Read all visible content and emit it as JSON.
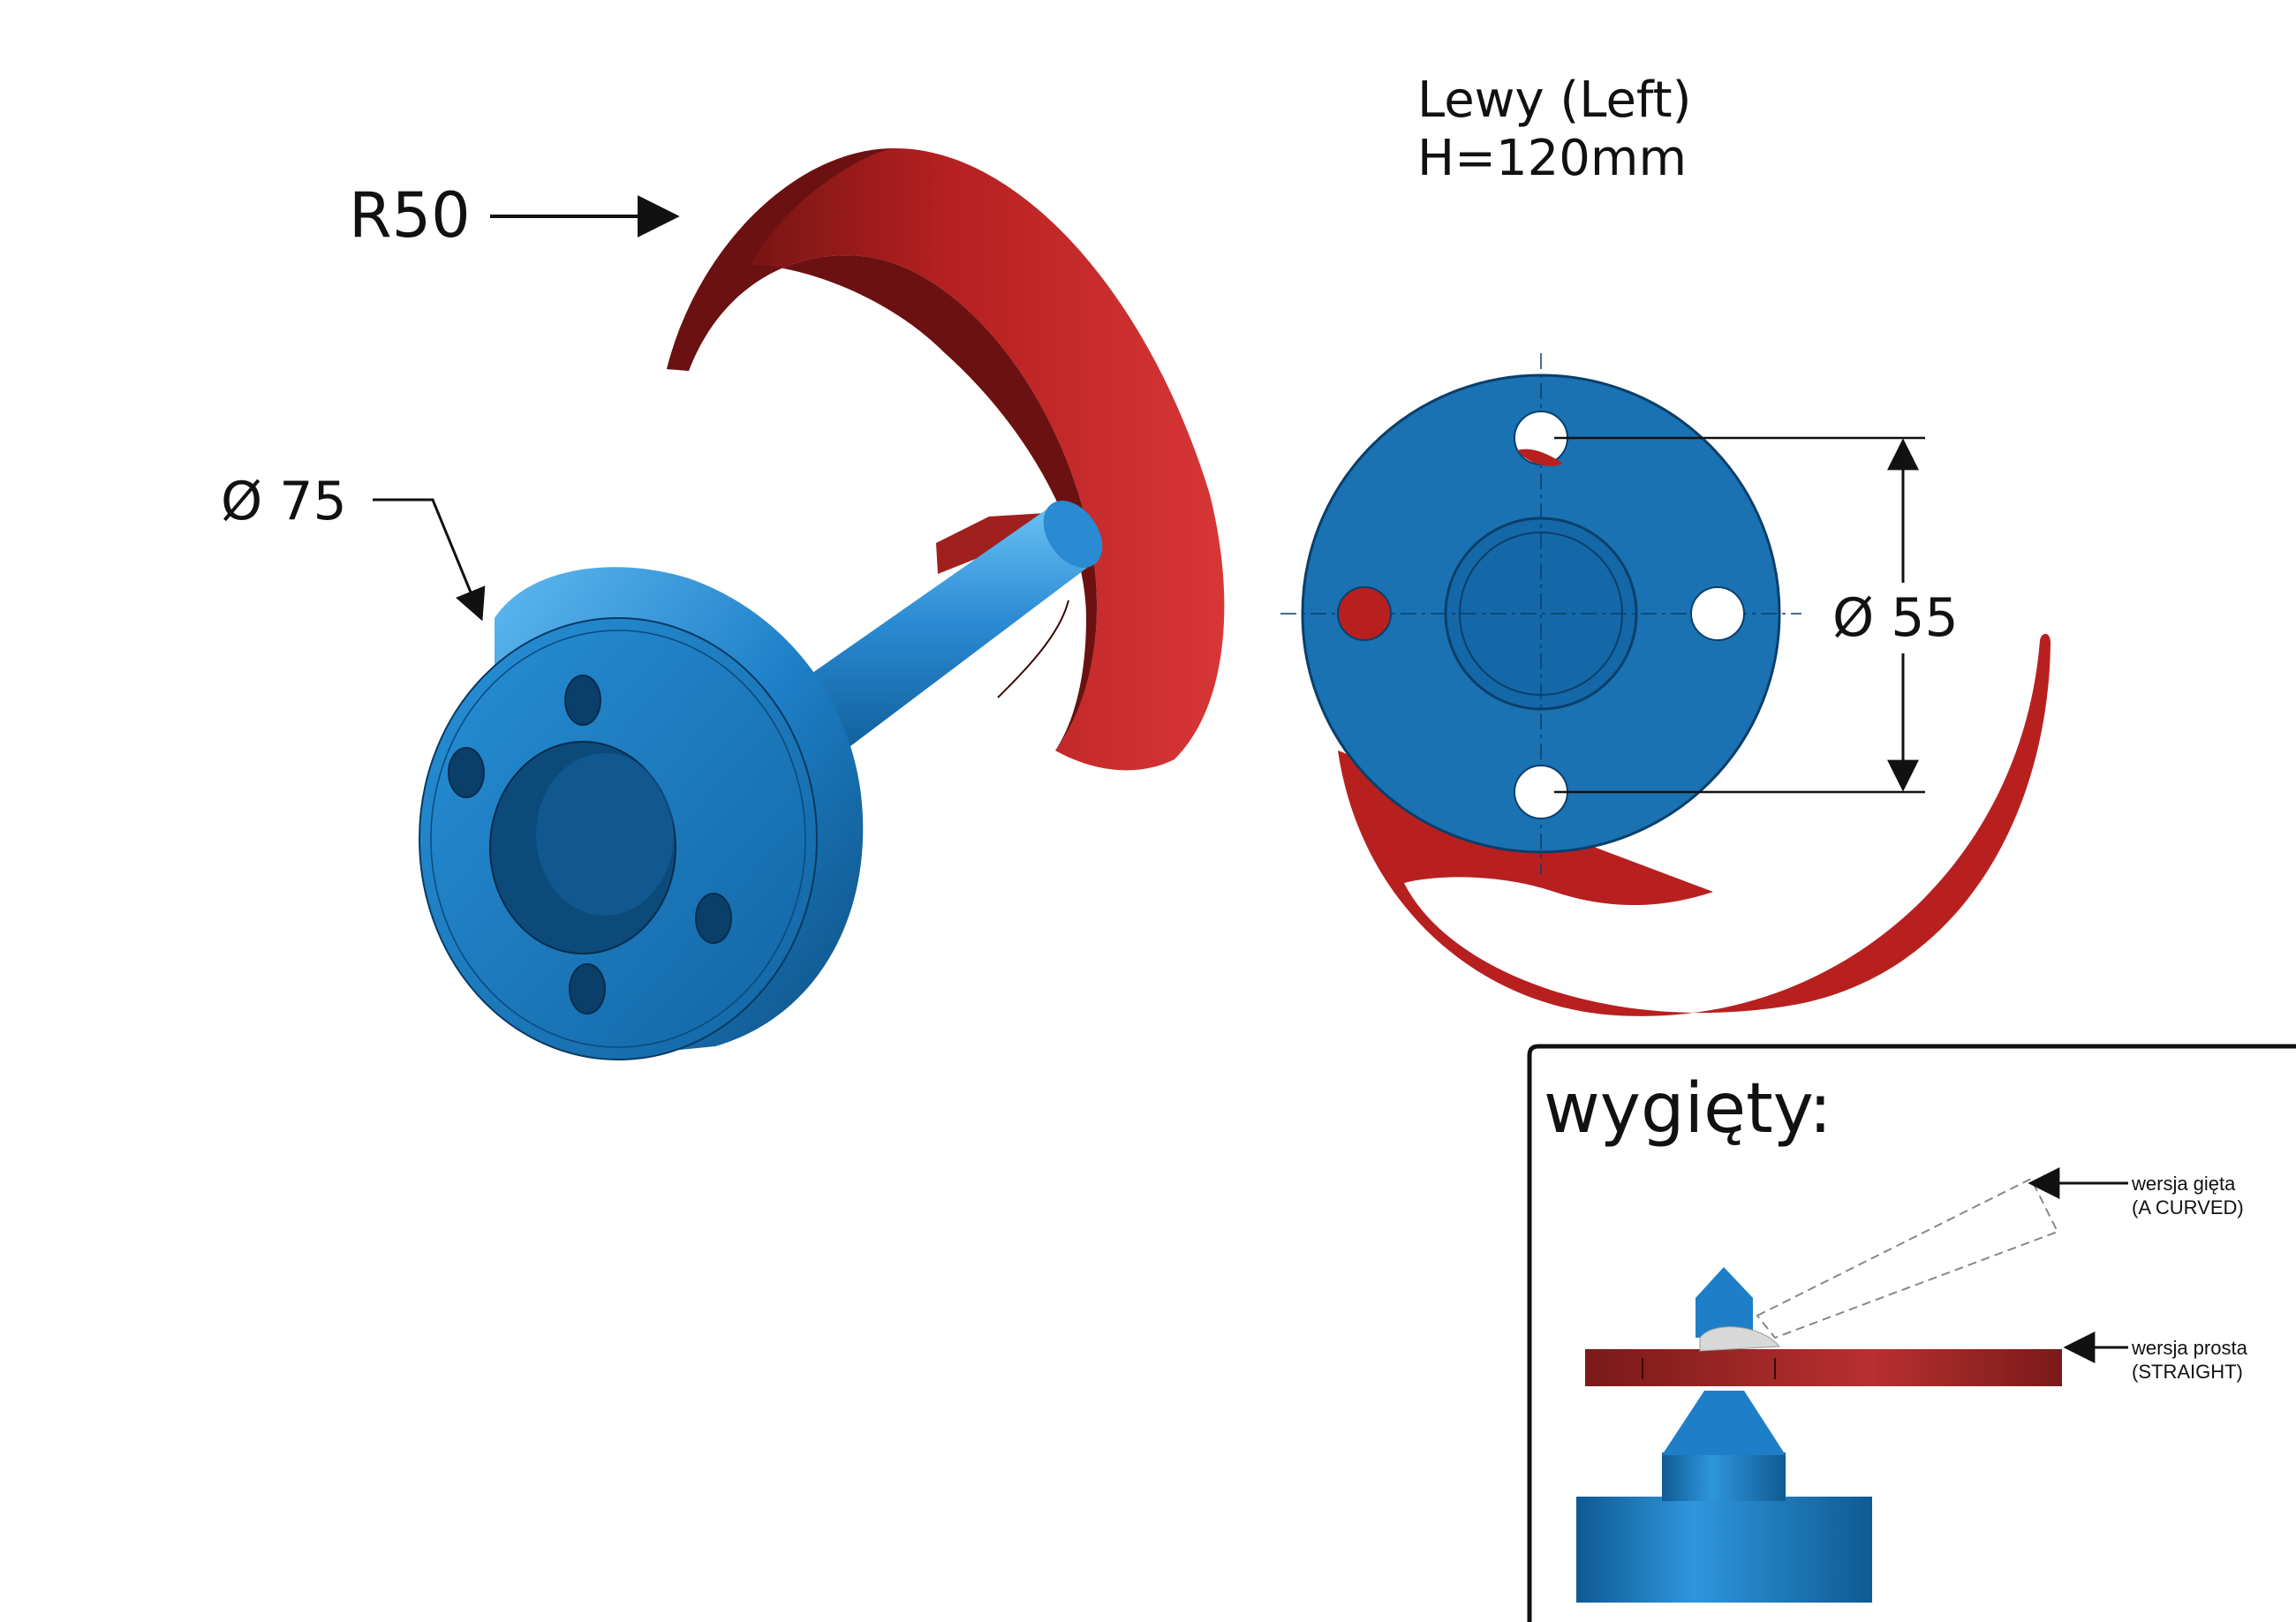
{
  "labels": {
    "r50": "R50",
    "dia75": "Ø 75",
    "dia55": "Ø 55",
    "side_line1": "Lewy (Left)",
    "side_line2": "H=120mm",
    "inset_title": "wygięty:",
    "curved_line1": "wersja gięta",
    "curved_line2": "(A CURVED)",
    "straight_line1": "wersja prosta",
    "straight_line2": "(STRAIGHT)"
  },
  "colors": {
    "blue": "#1e7fc8",
    "blue_dark": "#0f4e7d",
    "blue_light": "#3aa2e6",
    "red": "#c62828",
    "red_dark": "#6b1111"
  }
}
